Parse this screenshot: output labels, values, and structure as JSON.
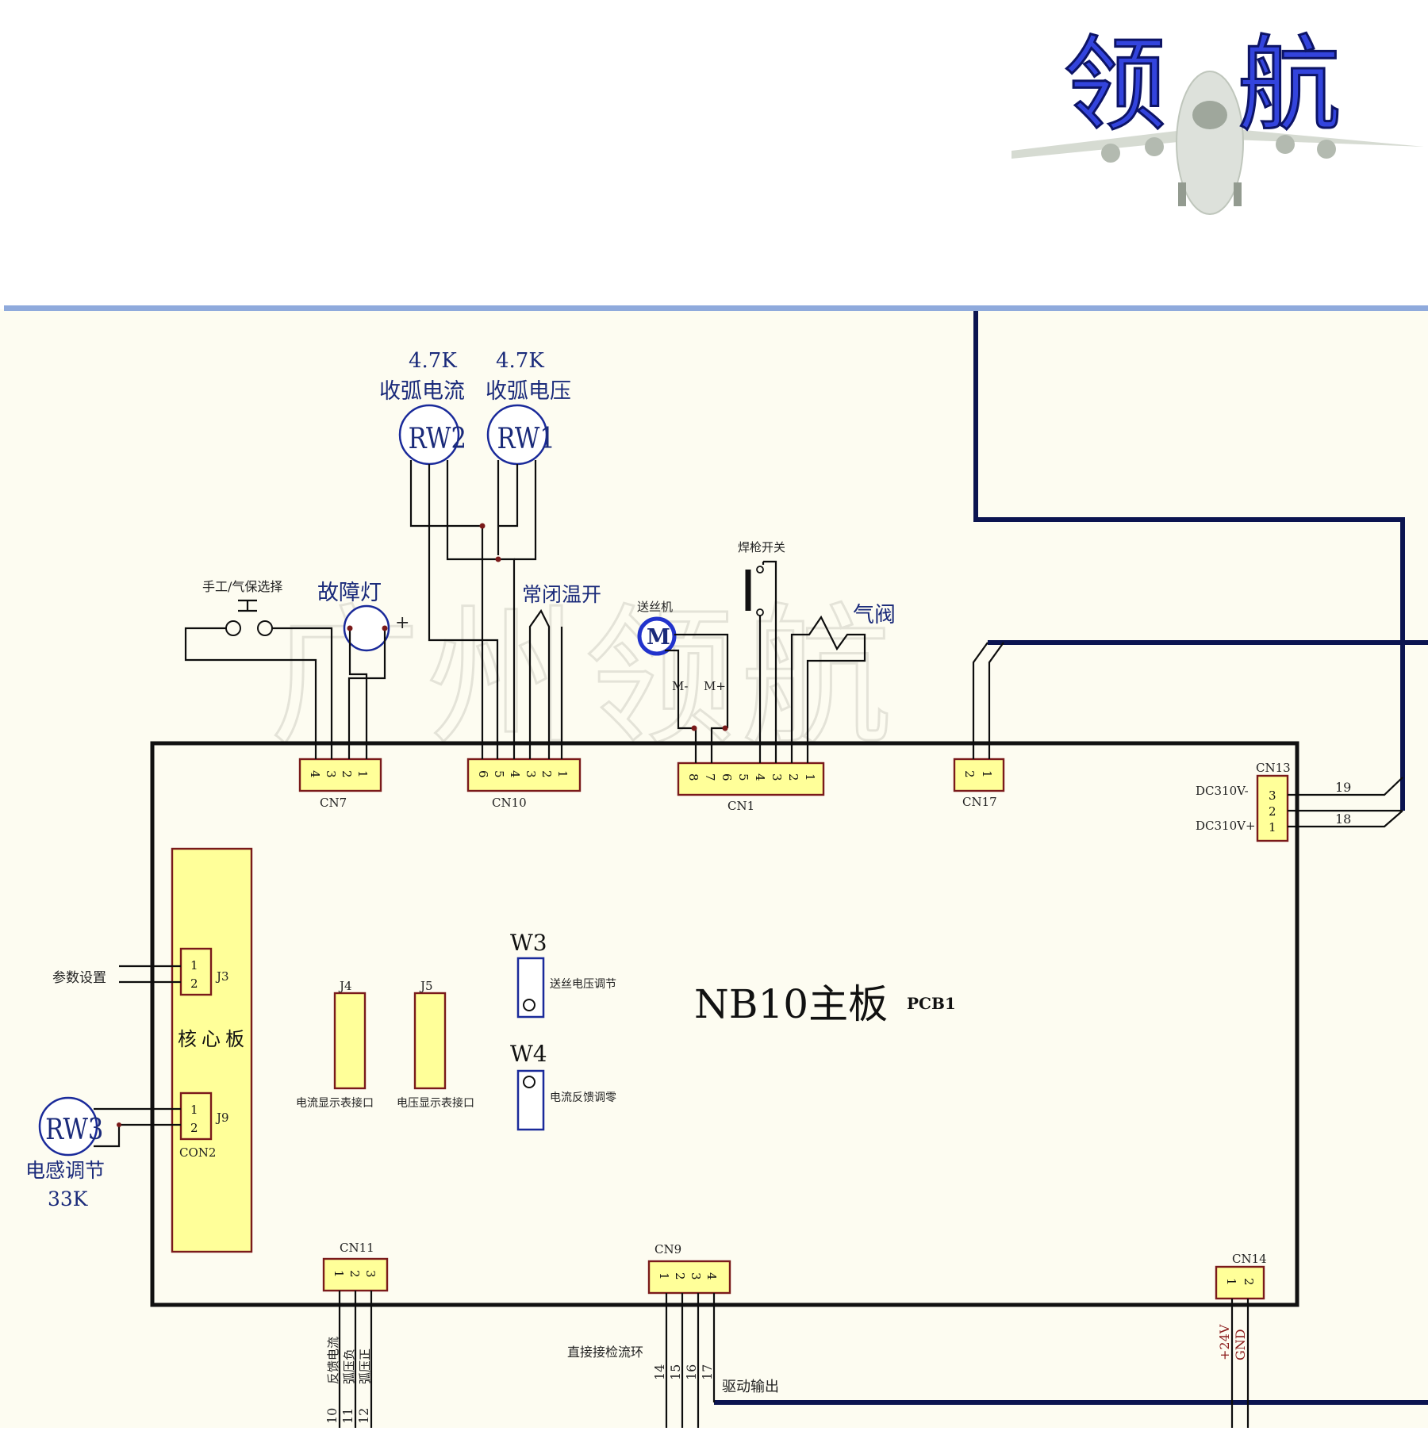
{
  "header": {
    "logo_text_1": "领",
    "logo_text_2": "航",
    "logo_icon": "airplane-logo-icon"
  },
  "watermark": "广州领航",
  "colors": {
    "divider": "#8faadc",
    "bus": "#0b1450",
    "connector_fill": "#ffff99",
    "connector_border": "#7a1a1a",
    "label_blue": "#1a2a7a",
    "logo_blue": "#3344dd",
    "page_bg": "#fdfcf1"
  },
  "board": {
    "title": "NB10主板",
    "pcb": "PCB1",
    "core_board": "核心板"
  },
  "pots": {
    "rw2": {
      "id": "RW2",
      "value": "4.7K",
      "label": "收弧电流"
    },
    "rw1": {
      "id": "RW1",
      "value": "4.7K",
      "label": "收弧电压"
    },
    "rw3": {
      "id": "RW3",
      "label": "电感调节",
      "value": "33K"
    }
  },
  "components": {
    "mode_switch": "手工/气保选择",
    "fault_lamp": "故障灯",
    "fault_lamp_plus": "+",
    "thermo_switch": "常闭温开",
    "wire_feeder": "送丝机",
    "motor_symbol": "M",
    "m_minus": "M-",
    "m_plus": "M+",
    "torch_switch": "焊枪开关",
    "gas_valve": "气阀"
  },
  "connectors": {
    "cn7": {
      "name": "CN7",
      "pins": [
        "4",
        "3",
        "2",
        "1"
      ]
    },
    "cn10": {
      "name": "CN10",
      "pins": [
        "6",
        "5",
        "4",
        "3",
        "2",
        "1"
      ]
    },
    "cn1": {
      "name": "CN1",
      "pins": [
        "8",
        "7",
        "6",
        "5",
        "4",
        "3",
        "2",
        "1"
      ]
    },
    "cn17": {
      "name": "CN17",
      "pins": [
        "2",
        "1"
      ]
    },
    "cn13": {
      "name": "CN13",
      "pins": [
        "3",
        "2",
        "1"
      ],
      "label_v_minus": "DC310V-",
      "label_v_plus": "DC310V+",
      "wire_19": "19",
      "wire_18": "18"
    },
    "j3": {
      "name": "J3",
      "pins": [
        "1",
        "2"
      ],
      "label": "参数设置"
    },
    "j9": {
      "name": "J9",
      "pins": [
        "1",
        "2"
      ],
      "sub": "CON2"
    },
    "j4": {
      "name": "J4",
      "label": "电流显示表接口"
    },
    "j5": {
      "name": "J5",
      "label": "电压显示表接口"
    },
    "w3": {
      "name": "W3",
      "label": "送丝电压调节"
    },
    "w4": {
      "name": "W4",
      "label": "电流反馈调零"
    },
    "cn11": {
      "name": "CN11",
      "pins": [
        "1",
        "2",
        "3"
      ],
      "wires": [
        "反馈电流",
        "弧压负",
        "弧压正"
      ],
      "wire_nums": [
        "10",
        "11",
        "12"
      ]
    },
    "cn9": {
      "name": "CN9",
      "pins": [
        "1",
        "2",
        "3",
        "4"
      ],
      "label_a": "直接接检流环",
      "label_b": "驱动输出",
      "wire_nums": [
        "14",
        "15",
        "16",
        "17"
      ]
    },
    "cn14": {
      "name": "CN14",
      "pins": [
        "1",
        "2"
      ],
      "wires": [
        "+24V",
        "GND"
      ]
    }
  }
}
